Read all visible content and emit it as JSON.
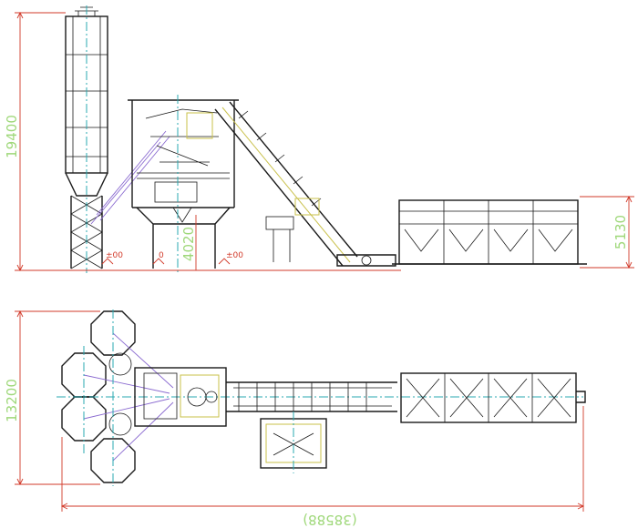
{
  "dimensions": {
    "silo_height": "19400",
    "hopper_height": "5130",
    "mixer_clearance": "4020",
    "plan_width": "13200",
    "overall_length": "(38588)"
  },
  "level_marks": {
    "left": "±00",
    "middle": "0",
    "right": "±00"
  },
  "colors": {
    "outline": "#1a1a1a",
    "dimension": "#d23a2a",
    "dimension_text": "#9fd87a",
    "centerline": "#2aa9b0",
    "conveyor": "#8a6ad0",
    "accent": "#c9c04a"
  }
}
